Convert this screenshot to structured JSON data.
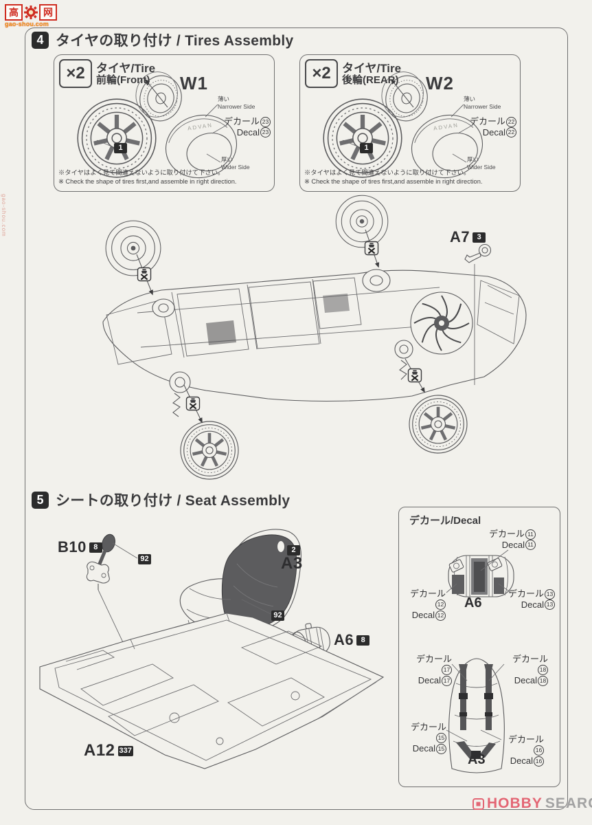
{
  "colors": {
    "paper": "#f2f1ec",
    "line": "#5a5a5c",
    "badge_bg": "#2b2b2b",
    "seat_dark": "#5c5c5e",
    "logo_red": "#cf2c20",
    "logo_orange": "#f0a01e",
    "hobby_red": "#e36674",
    "hobby_gray": "#a2a2a2"
  },
  "watermarks": {
    "gaoshou": {
      "char_left": "高",
      "char_right": "网",
      "domain": "gao-shou.com"
    },
    "hobby_search": {
      "word1": "HOBBY",
      "word2": "SEARCH"
    }
  },
  "steps": [
    {
      "num": "4",
      "title": "タイヤの取り付け / Tires Assembly"
    },
    {
      "num": "5",
      "title": "シートの取り付け / Seat Assembly"
    }
  ],
  "tire_boxes": [
    {
      "qty": "×2",
      "type_label": "タイヤ/Tire",
      "position_label": "前輪(Front)",
      "wheel_code": "W1",
      "wheel_badge": "1",
      "tire_brand": "ADVAN",
      "narrower_ja": "薄い",
      "narrower_en": "Narrower Side",
      "decal_ja": "デカール",
      "decal_en": "Decal",
      "decal_num": "23",
      "wider_ja": "厚い",
      "wider_en": "Wider Side",
      "note_ja": "※タイヤはよく見て間違えないように取り付けて下さい。",
      "note_en": "※ Check the shape of tires first,and assemble in right direction."
    },
    {
      "qty": "×2",
      "type_label": "タイヤ/Tire",
      "position_label": "後輪(REAR)",
      "wheel_code": "W2",
      "wheel_badge": "1",
      "tire_brand": "ADVAN",
      "narrower_ja": "薄い",
      "narrower_en": "Narrower Side",
      "decal_ja": "デカール",
      "decal_en": "Decal",
      "decal_num": "22",
      "wider_ja": "厚い",
      "wider_en": "Wider Side",
      "note_ja": "※タイヤはよく見て間違えないように取り付けて下さい。",
      "note_en": "※ Check the shape of tires first,and assemble in right direction."
    }
  ],
  "chassis": {
    "tow_hook_code": "A7",
    "tow_hook_badge": "3"
  },
  "seat_step": {
    "shifter_code": "B10",
    "shifter_badge": "8",
    "shifter_paint": "92",
    "seat_badge": "2",
    "seat_code": "A3",
    "seat_paint": "92",
    "extinguisher_code": "A6",
    "extinguisher_badge": "8",
    "floor_code": "A12",
    "floor_badge": "337"
  },
  "decal_panel": {
    "title": "デカール/Decal",
    "decal_ja": "デカール",
    "decal_en": "Decal",
    "extinguisher_part": "A6",
    "seat_part": "A3",
    "ext_decals": [
      "11",
      "12",
      "13"
    ],
    "seat_decals": [
      "17",
      "18",
      "15",
      "16"
    ]
  }
}
